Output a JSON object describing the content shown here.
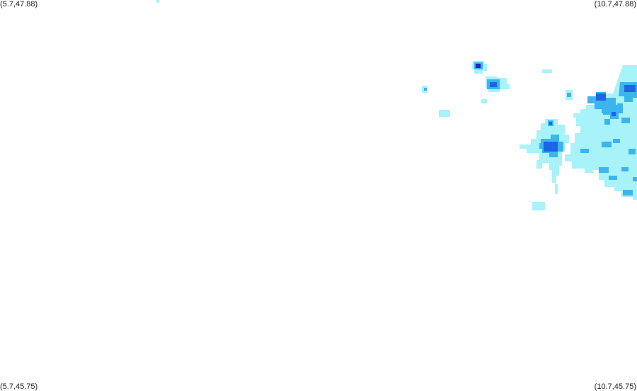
{
  "map": {
    "corners": {
      "top_left": "(5.7,47.88)",
      "top_right": "(10.7,47.88)",
      "bottom_left": "(5.7,45.75)",
      "bottom_right": "(10.7,45.75)"
    },
    "bounds": {
      "lon_min": 5.7,
      "lon_max": 10.7,
      "lat_min": 45.75,
      "lat_max": 47.88
    },
    "colors": {
      "background": "#ffffff",
      "light": "#a8f2fa",
      "medium": "#3cb4ee",
      "strong": "#1e64e6",
      "intense": "#1428c8"
    }
  }
}
